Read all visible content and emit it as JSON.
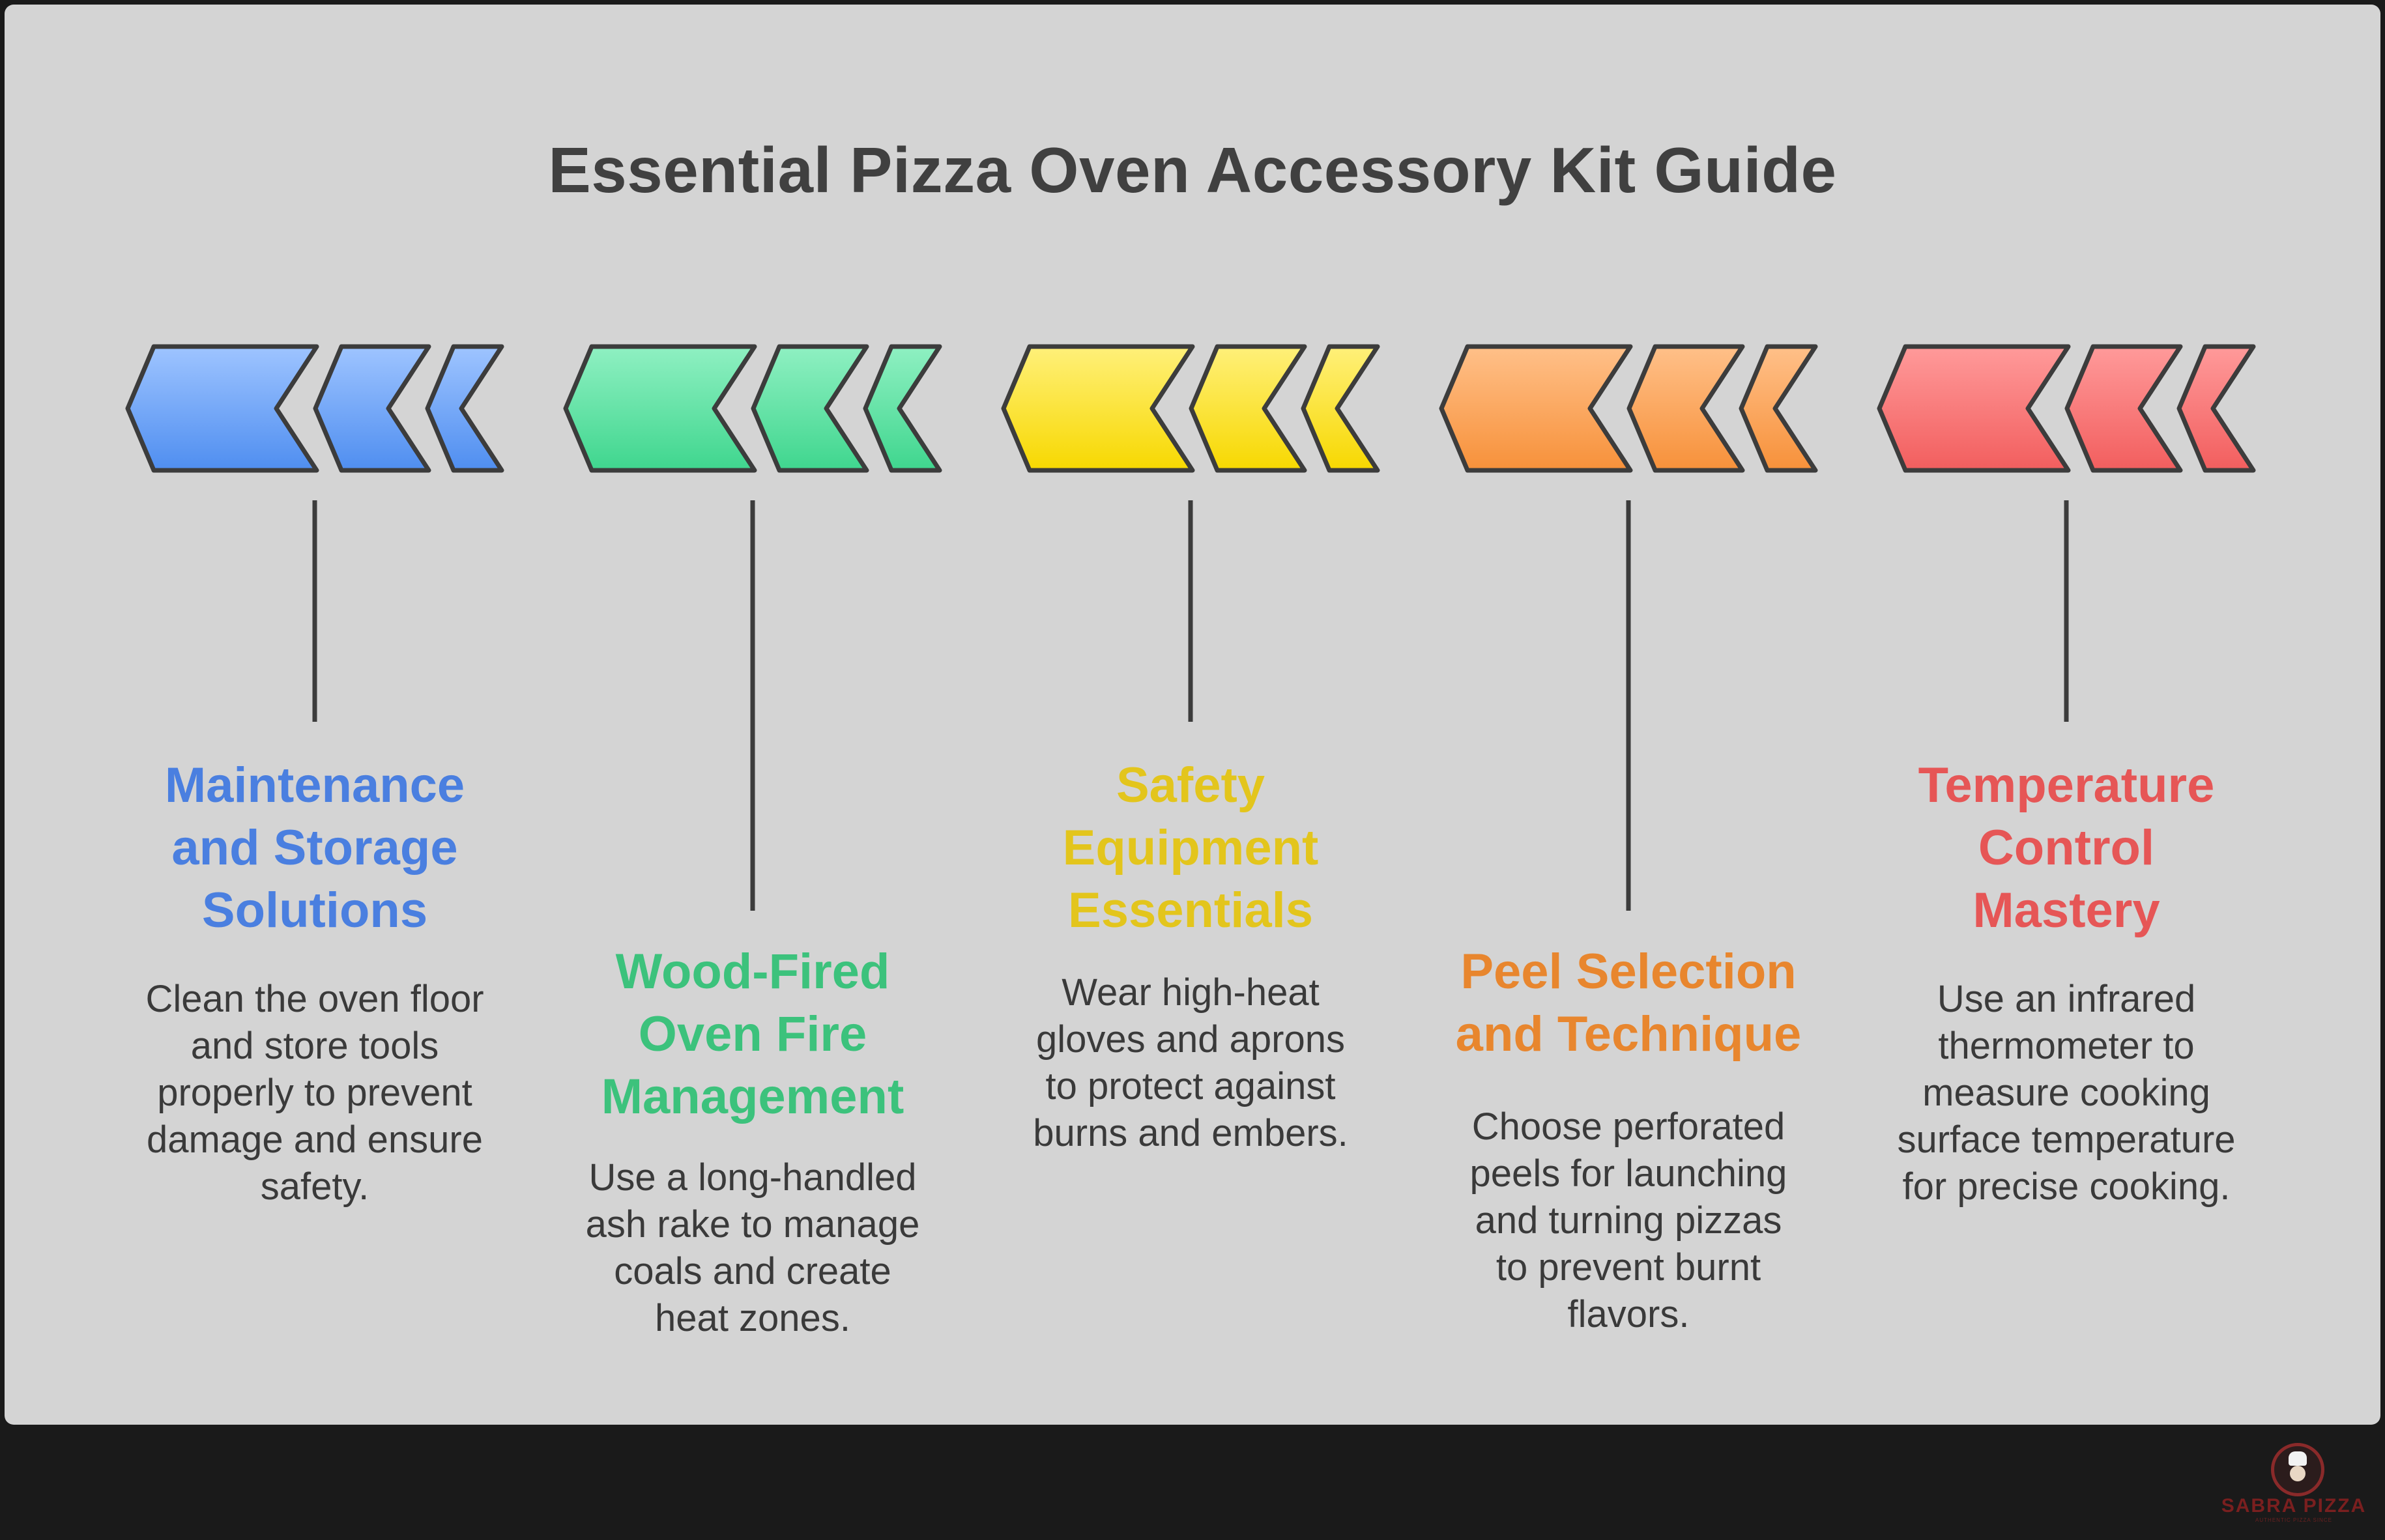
{
  "title": "Essential Pizza Oven Accessory Kit Guide",
  "items": [
    {
      "heading_lines": [
        "Maintenance",
        "and Storage",
        "Solutions"
      ],
      "description_lines": [
        "Clean the oven floor",
        "and store tools",
        "properly to prevent",
        "damage and ensure",
        "safety."
      ],
      "color_top": "#9ec4ff",
      "color_bottom": "#4f8ef0",
      "text_color": "#4a7fe0"
    },
    {
      "heading_lines": [
        "Wood-Fired",
        "Oven Fire",
        "Management"
      ],
      "description_lines": [
        "Use a long-handled",
        "ash rake to manage",
        "coals and create",
        "heat zones."
      ],
      "color_top": "#8ff0c2",
      "color_bottom": "#3fd68e",
      "text_color": "#3cc27c"
    },
    {
      "heading_lines": [
        "Safety",
        "Equipment",
        "Essentials"
      ],
      "description_lines": [
        "Wear high-heat",
        "gloves and aprons",
        "to protect against",
        "burns and embers."
      ],
      "color_top": "#fff07a",
      "color_bottom": "#f7d800",
      "text_color": "#e3c51c"
    },
    {
      "heading_lines": [
        "Peel Selection",
        "and Technique"
      ],
      "description_lines": [
        "Choose perforated",
        "peels for launching",
        "and turning pizzas",
        "to prevent burnt",
        "flavors."
      ],
      "color_top": "#ffc089",
      "color_bottom": "#f7913a",
      "text_color": "#e8862e"
    },
    {
      "heading_lines": [
        "Temperature",
        "Control",
        "Mastery"
      ],
      "description_lines": [
        "Use an infrared",
        "thermometer to",
        "measure cooking",
        "surface temperature",
        "for precise cooking."
      ],
      "color_top": "#ff9a9a",
      "color_bottom": "#f25e5e",
      "text_color": "#e65656"
    }
  ],
  "logo": {
    "name": "SABRA PIZZA",
    "tagline": "AUTHENTIC PIZZA SINCE"
  }
}
